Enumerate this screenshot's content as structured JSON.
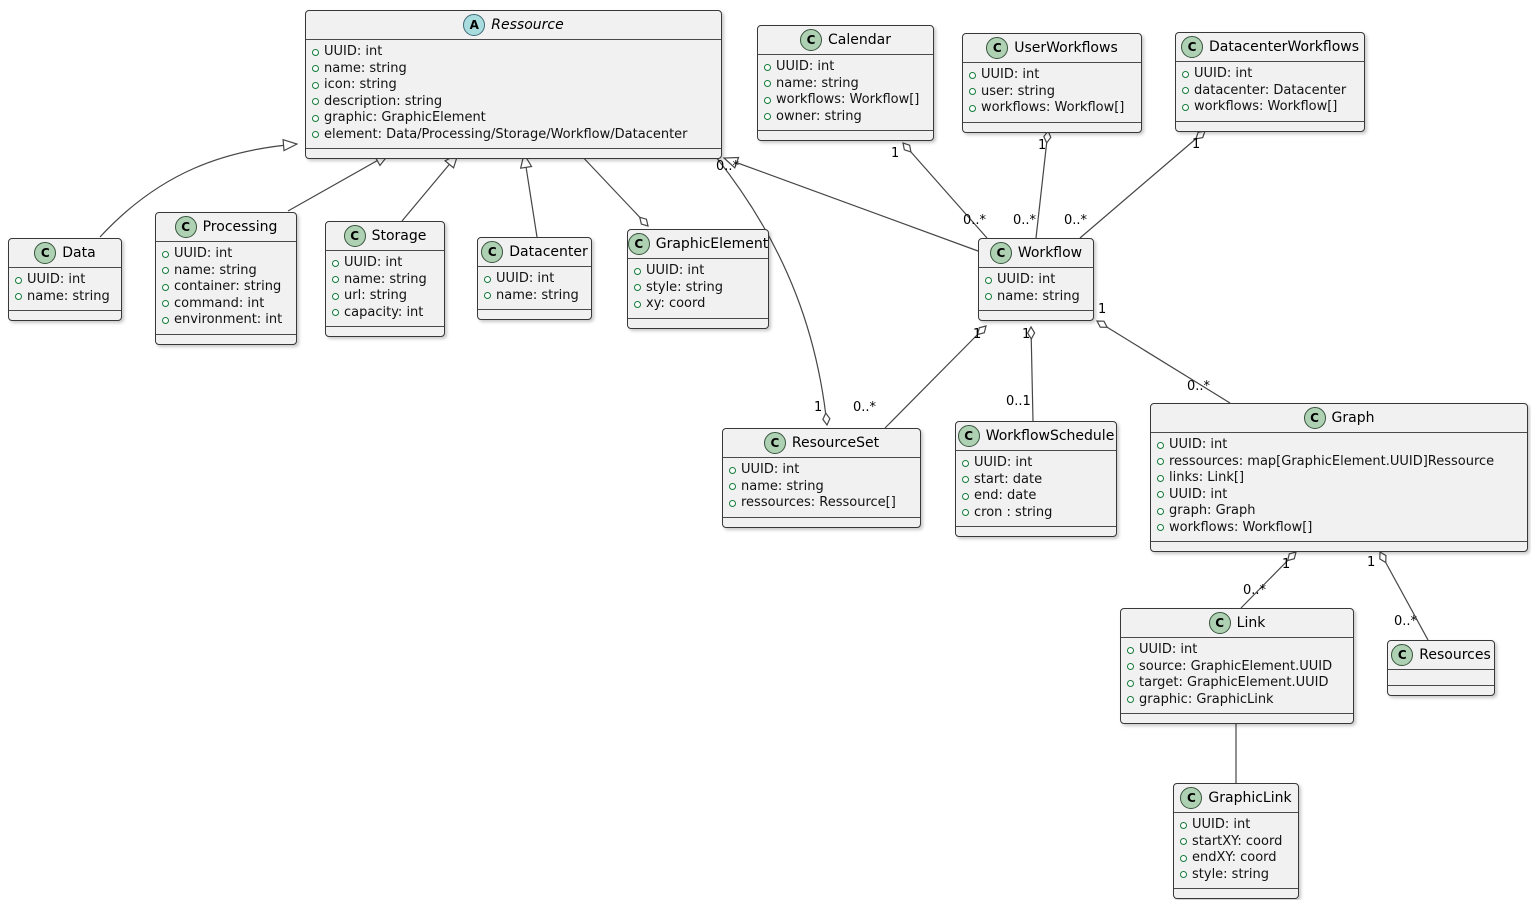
{
  "diagram": {
    "kind": "uml-class-diagram"
  },
  "colors": {
    "class_background": "#F1F1F1",
    "class_border": "#383838",
    "class_badge_green": "#ADD1B2",
    "abstract_badge_blue": "#A9DCDF",
    "edge_line": "#454645",
    "field_bullet_green": "#147A39"
  },
  "classes": {
    "ressource": {
      "badge": "A",
      "name": "Ressource",
      "abstract": true,
      "attrs": [
        "UUID: int",
        "name: string",
        "icon: string",
        "description: string",
        "graphic: GraphicElement",
        "element: Data/Processing/Storage/Workflow/Datacenter"
      ]
    },
    "calendar": {
      "badge": "C",
      "name": "Calendar",
      "attrs": [
        "UUID: int",
        "name: string",
        "workflows: Workflow[]",
        "owner: string"
      ]
    },
    "userworkflows": {
      "badge": "C",
      "name": "UserWorkflows",
      "attrs": [
        "UUID: int",
        "user: string",
        "workflows: Workflow[]"
      ]
    },
    "datacenterworkflows": {
      "badge": "C",
      "name": "DatacenterWorkflows",
      "attrs": [
        "UUID: int",
        "datacenter: Datacenter",
        "workflows: Workflow[]"
      ]
    },
    "data": {
      "badge": "C",
      "name": "Data",
      "attrs": [
        "UUID: int",
        "name: string"
      ]
    },
    "processing": {
      "badge": "C",
      "name": "Processing",
      "attrs": [
        "UUID: int",
        "name: string",
        "container: string",
        "command: int",
        "environment: int"
      ]
    },
    "storage": {
      "badge": "C",
      "name": "Storage",
      "attrs": [
        "UUID: int",
        "name: string",
        "url: string",
        "capacity: int"
      ]
    },
    "datacenter": {
      "badge": "C",
      "name": "Datacenter",
      "attrs": [
        "UUID: int",
        "name: string"
      ]
    },
    "graphicelement": {
      "badge": "C",
      "name": "GraphicElement",
      "attrs": [
        "UUID: int",
        "style: string",
        "xy: coord"
      ]
    },
    "workflow": {
      "badge": "C",
      "name": "Workflow",
      "attrs": [
        "UUID: int",
        "name: string"
      ]
    },
    "resourceset": {
      "badge": "C",
      "name": "ResourceSet",
      "attrs": [
        "UUID: int",
        "name: string",
        "ressources: Ressource[]"
      ]
    },
    "workflowschedule": {
      "badge": "C",
      "name": "WorkflowSchedule",
      "attrs": [
        "UUID: int",
        "start: date",
        "end: date",
        "cron : string"
      ]
    },
    "graph": {
      "badge": "C",
      "name": "Graph",
      "attrs": [
        "UUID: int",
        "ressources: map[GraphicElement.UUID]Ressource",
        "links: Link[]",
        "UUID: int",
        "graph: Graph",
        "workflows: Workflow[]"
      ]
    },
    "link": {
      "badge": "C",
      "name": "Link",
      "attrs": [
        "UUID: int",
        "source: GraphicElement.UUID",
        "target: GraphicElement.UUID",
        "graphic: GraphicLink"
      ]
    },
    "resources": {
      "badge": "C",
      "name": "Resources",
      "attrs": []
    },
    "graphiclink": {
      "badge": "C",
      "name": "GraphicLink",
      "attrs": [
        "UUID: int",
        "startXY: coord",
        "endXY: coord",
        "style: string"
      ]
    }
  },
  "relations": {
    "data_extends_ressource": {
      "type": "generalization",
      "from": "Data",
      "to": "Ressource"
    },
    "processing_extends_ressource": {
      "type": "generalization",
      "from": "Processing",
      "to": "Ressource"
    },
    "storage_extends_ressource": {
      "type": "generalization",
      "from": "Storage",
      "to": "Ressource"
    },
    "datacenter_extends_ressource": {
      "type": "generalization",
      "from": "Datacenter",
      "to": "Ressource"
    },
    "workflow_extends_ressource": {
      "type": "generalization",
      "from": "Workflow",
      "to": "Ressource"
    },
    "ressource_graphicelement": {
      "type": "aggregation",
      "diamond_at": "GraphicElement"
    },
    "resourceset_ressource": {
      "type": "aggregation",
      "diamond_at": "ResourceSet",
      "resourceset_mult": "1",
      "ressource_mult": "0..*"
    },
    "calendar_workflow": {
      "type": "aggregation",
      "diamond_at": "Calendar",
      "calendar_mult": "1",
      "workflow_mult": "0..*"
    },
    "userworkflows_workflow": {
      "type": "aggregation",
      "diamond_at": "UserWorkflows",
      "userworkflows_mult": "1",
      "workflow_mult": "0..*"
    },
    "datacenterworkflows_workflow": {
      "type": "aggregation",
      "diamond_at": "DatacenterWorkflows",
      "datacenterworkflows_mult": "1",
      "workflow_mult": "0..*"
    },
    "workflow_resourceset": {
      "type": "aggregation",
      "diamond_at": "Workflow",
      "workflow_mult": "1",
      "resourceset_mult": "0..*"
    },
    "workflow_workflowschedule": {
      "type": "aggregation",
      "diamond_at": "Workflow",
      "workflow_mult": "1",
      "workflowschedule_mult": "0..1"
    },
    "workflow_graph": {
      "type": "aggregation",
      "diamond_at": "Workflow",
      "workflow_mult": "1",
      "graph_mult": "0..*"
    },
    "graph_link": {
      "type": "aggregation",
      "diamond_at": "Graph",
      "graph_mult": "1",
      "link_mult": "0..*"
    },
    "graph_resources": {
      "type": "aggregation",
      "diamond_at": "Graph",
      "graph_mult": "1",
      "resources_mult": "0..*"
    },
    "link_graphiclink": {
      "type": "association",
      "from": "Link",
      "to": "GraphicLink"
    }
  }
}
